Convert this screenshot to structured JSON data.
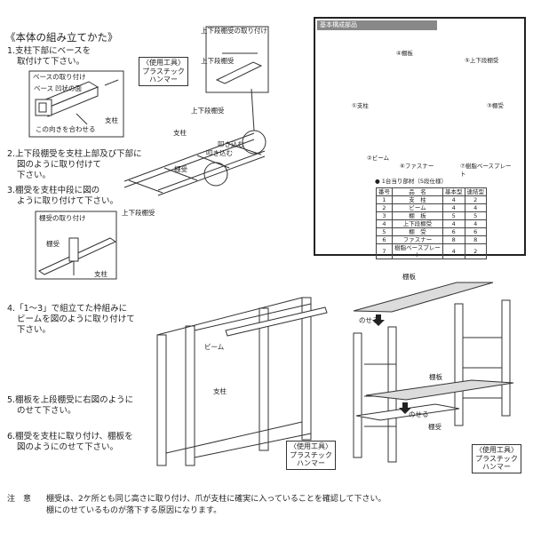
{
  "title": "《本体の組み立てかた》",
  "steps": [
    {
      "num": "1.",
      "line1": "支柱下部にベースを",
      "line2": "取付けて下さい。",
      "line3": ""
    },
    {
      "num": "2.",
      "line1": "上下段棚受を支柱上部及び下部に",
      "line2": "図のように取り付けて",
      "line3": "下さい。"
    },
    {
      "num": "3.",
      "line1": "棚受を支柱中段に図の",
      "line2": "ように取り付けて下さい。",
      "line3": ""
    },
    {
      "num": "4.",
      "line1": "「1～3」で組立てた枠組みに",
      "line2": "ビームを図のように取り付けて",
      "line3": "下さい。"
    },
    {
      "num": "5.",
      "line1": "棚板を上段棚受に右図のように",
      "line2": "のせて下さい。",
      "line3": ""
    },
    {
      "num": "6.",
      "line1": "棚受を支柱に取り付け、棚板を",
      "line2": "図のようにのせて下さい。",
      "line3": ""
    }
  ],
  "labels": {
    "base_attach": "ベースの取り付け",
    "base": "ベース",
    "notch": "凹状の面",
    "column": "支柱",
    "align": "この向きを合わせる",
    "upper_lower_attach": "上下段棚受の取り付け",
    "upper_lower_rail": "上下段棚受",
    "upper_rail": "上下段棚受",
    "column2": "支柱",
    "push_in_1": "叩き込む",
    "push_in_2": "叩き込む",
    "rail": "棚受",
    "lower_rail": "上下段棚受",
    "shelf_rail_attach": "棚受の取り付け",
    "rail2": "棚受",
    "column3": "支柱",
    "beam": "ビーム",
    "column4": "支柱",
    "shelf_board_top": "棚板",
    "place_top": "のせる",
    "shelf_board_mid": "棚板",
    "place_mid": "のせる",
    "rail3": "棚受"
  },
  "tools": [
    {
      "head": "〈使用工具〉",
      "l1": "プラスチック",
      "l2": "ハンマー"
    },
    {
      "head": "〈使用工具〉",
      "l1": "プラスチック",
      "l2": "ハンマー"
    },
    {
      "head": "〈使用工具〉",
      "l1": "プラスチック",
      "l2": "ハンマー"
    }
  ],
  "inset": {
    "header": "基本構成部品",
    "callouts": [
      "④棚板",
      "⑤上下段棚受",
      "①支柱",
      "③棚受",
      "②ビーム",
      "⑥ファスナー",
      "⑦樹脂ベースプレート"
    ],
    "table_caption": "● 1台当り部材（5段仕様）",
    "table_headers": [
      "番号",
      "品　名",
      "基本型",
      "連結型"
    ],
    "table_rows": [
      [
        "1",
        "支　柱",
        "4",
        "2"
      ],
      [
        "2",
        "ビーム",
        "4",
        "4"
      ],
      [
        "3",
        "棚　板",
        "5",
        "5"
      ],
      [
        "4",
        "上下段棚受",
        "4",
        "4"
      ],
      [
        "5",
        "棚　受",
        "6",
        "6"
      ],
      [
        "6",
        "ファスナー",
        "8",
        "8"
      ],
      [
        "7",
        "樹脂ベースプレート",
        "4",
        "2"
      ]
    ]
  },
  "note": {
    "label": "注　意",
    "line1": "棚受は、2ケ所とも同じ高さに取り付け、爪が支柱に確実に入っていることを確認して下さい。",
    "line2": "棚にのせているものが落下する原因になります。"
  }
}
